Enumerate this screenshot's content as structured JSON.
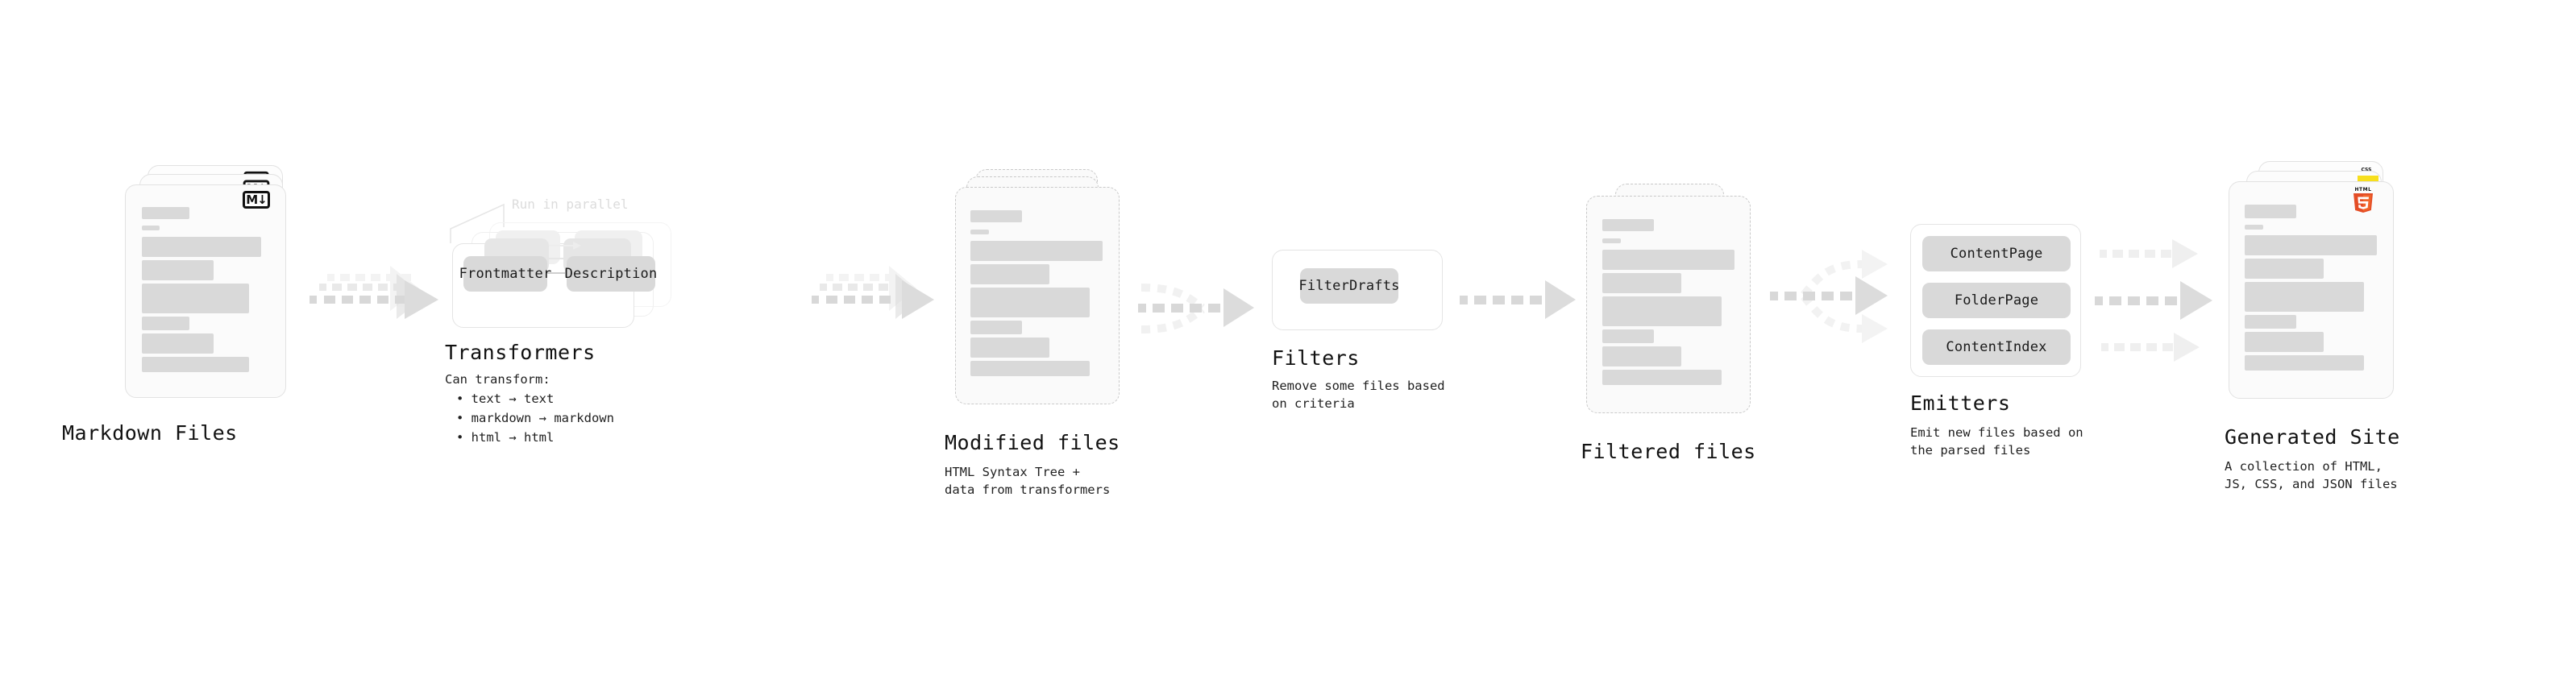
{
  "diagram": {
    "title": "Quartz build pipeline",
    "type": "flow",
    "palette": {
      "bar": "#d9d9d9",
      "chip": "#d9d9d9",
      "border": "#e2e2e2",
      "dashed_border": "#c9c9c9",
      "arrow": "#d8d8d8",
      "text": "#111111",
      "annotation": "#dcdcdc",
      "html5_orange": "#e44d26",
      "html5_orange_light": "#f16529",
      "css_blue": "#2965f1",
      "js_yellow": "#f7df1e"
    }
  },
  "stages": [
    {
      "id": "markdown-files",
      "title": "Markdown Files",
      "subtitle": "",
      "kind": "document-stack",
      "badge": "markdown-badge",
      "badge_text": "M↓",
      "stack_count": 3,
      "dashed": false
    },
    {
      "id": "transformers",
      "title": "Transformers",
      "subtitle": "Can transform:",
      "kind": "process-group",
      "annotation": "Run in parallel",
      "stack_count": 3,
      "chips": [
        "Frontmatter",
        "Description"
      ],
      "bullets": [
        "• text → text",
        "• markdown → markdown",
        "• html → html"
      ]
    },
    {
      "id": "modified-files",
      "title": "Modified files",
      "subtitle": "HTML Syntax Tree +\ndata from transformers",
      "kind": "document-stack",
      "stack_count": 3,
      "dashed": true
    },
    {
      "id": "filters",
      "title": "Filters",
      "subtitle": "Remove some files based\non criteria",
      "kind": "process-group",
      "stack_count": 1,
      "chips": [
        "FilterDrafts"
      ]
    },
    {
      "id": "filtered-files",
      "title": "Filtered files",
      "subtitle": "",
      "kind": "document-stack",
      "stack_count": 2,
      "dashed": true
    },
    {
      "id": "emitters",
      "title": "Emitters",
      "subtitle": "Emit new files based on\nthe parsed files",
      "kind": "process-group",
      "stack_count": 1,
      "chips": [
        "ContentPage",
        "FolderPage",
        "ContentIndex"
      ]
    },
    {
      "id": "generated-site",
      "title": "Generated Site",
      "subtitle": "A collection of HTML,\nJS, CSS, and JSON files",
      "kind": "document-stack",
      "stack_count": 3,
      "dashed": false,
      "badges": [
        "html5-badge",
        "js-badge",
        "css-badge"
      ],
      "badge_text": "HTML 5"
    }
  ],
  "connectors": [
    {
      "id": "c1",
      "from": "markdown-files",
      "to": "transformers",
      "style": "parallel-stack"
    },
    {
      "id": "c2",
      "from": "transformers",
      "to": "modified-files",
      "style": "parallel-stack"
    },
    {
      "id": "c3",
      "from": "modified-files",
      "to": "filters",
      "style": "converging"
    },
    {
      "id": "c4",
      "from": "filters",
      "to": "filtered-files",
      "style": "single"
    },
    {
      "id": "c5",
      "from": "filtered-files",
      "to": "emitters",
      "style": "diverging"
    },
    {
      "id": "c6",
      "from": "emitters",
      "to": "generated-site",
      "style": "triple-parallel"
    }
  ]
}
